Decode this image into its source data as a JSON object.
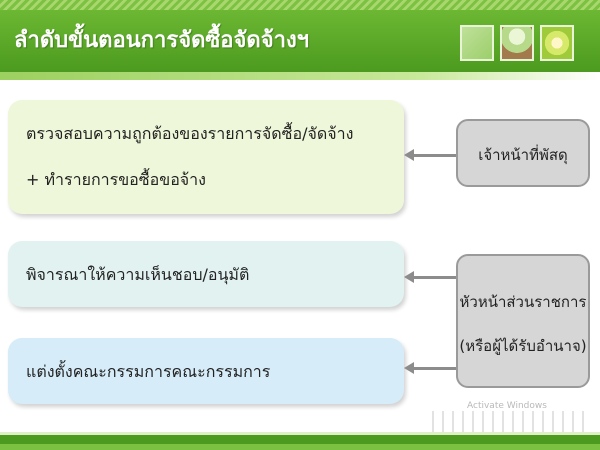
{
  "header": {
    "title": "ลำดับขั้นตอนการจัดซื้อจัดจ้างฯ"
  },
  "steps": [
    {
      "lines": [
        "ตรวจสอบความถูกต้องของรายการจัดซื้อ/จัดจ้าง",
        "+ ทำรายการขอซื้อขอจ้าง"
      ]
    },
    {
      "lines": [
        "พิจารณาให้ความเห็นชอบ/อนุมัติ"
      ]
    },
    {
      "lines": [
        "แต่งตั้งคณะกรรมการคณะกรรมการ"
      ]
    }
  ],
  "actors": [
    {
      "lines": [
        "เจ้าหน้าที่พัสดุ"
      ]
    },
    {
      "lines": [
        "หัวหน้าส่วนราชการ",
        "(หรือผู้ได้รับอำนาจ)"
      ]
    }
  ],
  "watermark": "Activate Windows",
  "colors": {
    "banner_green": "#4c9a1f",
    "step1_bg": "#eef7d9",
    "step2_bg": "#e1f2f0",
    "step3_bg": "#d6ecf8",
    "actor_bg": "#d6d6d6"
  }
}
